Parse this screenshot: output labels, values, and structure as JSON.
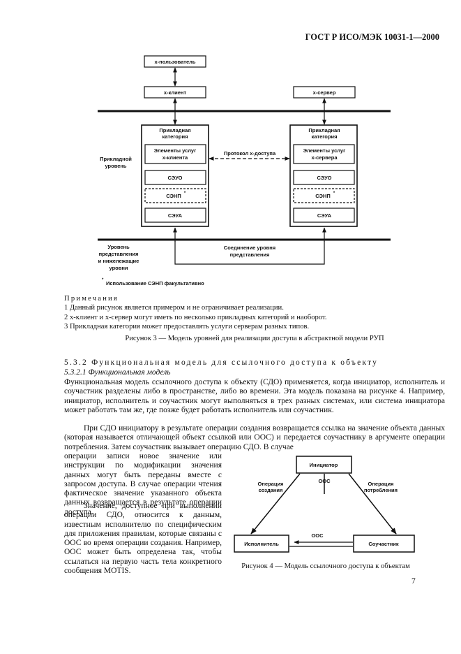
{
  "header": "ГОСТ Р ИСО/МЭК 10031-1—2000",
  "figure3": {
    "x_user": "x-пользователь",
    "x_client": "x-клиент",
    "x_server": "x-сервер",
    "app_category_l1": "Прикладная",
    "app_category_l2": "категория",
    "service_el_l1": "Элементы услуг",
    "service_el_client": "x-клиента",
    "service_el_server": "x-сервера",
    "cseo": "СЭУО",
    "csnp": "СЭНП",
    "csnp_mark": "*",
    "csua": "СЭУА",
    "protocol": "Протокол x-доступа",
    "app_level_l1": "Прикладной",
    "app_level_l2": "уровень",
    "pres_level_l1": "Уровень",
    "pres_level_l2": "представления",
    "pres_level_l3": "и нижележащие",
    "pres_level_l4": "уровни",
    "pres_conn_l1": "Соединение уровня",
    "pres_conn_l2": "представления",
    "footnote_mark": "*",
    "footnote": "Использование СЭНП факультативно"
  },
  "notes": {
    "heading": "Примечания",
    "items": [
      "1 Данный рисунок является примером и не ограничивает реализации.",
      "2 x-клиент и x-сервер могут иметь по несколько прикладных категорий и наоборот.",
      "3 Прикладная категория может предоставлять услуги серверам разных типов."
    ]
  },
  "figure3_caption": "Рисунок 3 — Модель уровней для реализации доступа в абстрактной модели РУП",
  "section_title": "5.3.2 Функциональная модель для ссылочного доступа к объекту",
  "subsection": "5.3.2.1 Функциональная модель",
  "para1": "Функциональная модель ссылочного доступа к объекту (СДО) применяется, когда инициатор, исполнитель и соучастник разделены либо в пространстве, либо во времени. Эта модель показана на рисунке 4. Например, инициатор, исполнитель и соучастник могут выполняться в трех разных системах, или система инициатора может работать там же, где позже будет работать исполнитель или соучастник.",
  "para2_full": "При СДО инициатору в результате операции создания возвращается ссылка на значение объекта данных (которая называется отличающей объект ссылкой или ООС) и передается соучастнику в аргументе операции потребления. Затем соучастник вызывает операцию СДО. В случае",
  "para2_narrow": "операции записи новое значение или инструкции по модификации значения данных могут быть переданы вместе с запросом доступа. В случае операции чтения фактическое значение указанного объекта данных возвращается в результате операции доступа.",
  "para3": "Значение, доступное при выполнении операции СДО, относится к данным, известным исполнителю по специфическим для приложения правилам, которые связаны с ООС во время операции создания. Например, ООС может быть определена так, чтобы ссылаться на первую часть тела конкретного сообщения MOTIS.",
  "figure4": {
    "initiator": "Инициатор",
    "executor": "Исполнитель",
    "participant": "Соучастник",
    "create_op_l1": "Операция",
    "create_op_l2": "создания",
    "consume_op_l1": "Операция",
    "consume_op_l2": "потребления",
    "doi_top": "ООС",
    "doi_bottom": "ООС"
  },
  "figure4_caption": "Рисунок 4 — Модель ссылочного доступа к объектам",
  "page_number": "7"
}
